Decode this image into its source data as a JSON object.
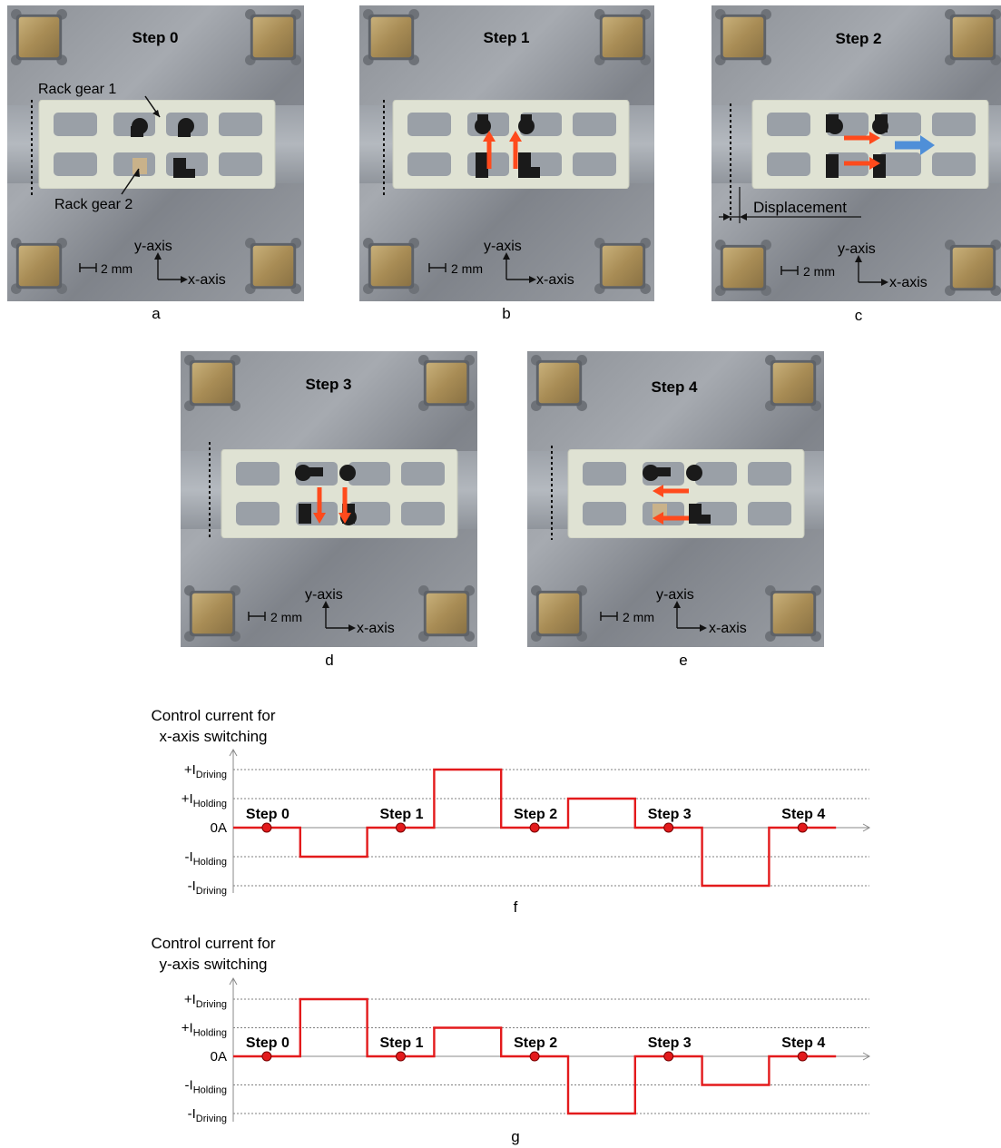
{
  "panels": [
    {
      "id": "a",
      "caption": "a",
      "step_label": "Step 0",
      "annotations": [
        "Rack gear 1",
        "Rack gear 2"
      ],
      "scale_label": "2 mm",
      "y_axis_label": "y-axis",
      "x_axis_label": "x-axis"
    },
    {
      "id": "b",
      "caption": "b",
      "step_label": "Step 1",
      "scale_label": "2 mm",
      "y_axis_label": "y-axis",
      "x_axis_label": "x-axis"
    },
    {
      "id": "c",
      "caption": "c",
      "step_label": "Step 2",
      "annotations": [
        "Displacement"
      ],
      "scale_label": "2 mm",
      "y_axis_label": "y-axis",
      "x_axis_label": "x-axis"
    },
    {
      "id": "d",
      "caption": "d",
      "step_label": "Step 3",
      "scale_label": "2 mm",
      "y_axis_label": "y-axis",
      "x_axis_label": "x-axis"
    },
    {
      "id": "e",
      "caption": "e",
      "step_label": "Step 4",
      "scale_label": "2 mm",
      "y_axis_label": "y-axis",
      "x_axis_label": "x-axis"
    }
  ],
  "colors": {
    "waveform": "#e31a1c",
    "marker": "#e31a1c",
    "arrow": "#ff4a1c",
    "arrow_blue": "#4f8fd8"
  },
  "chart_data": [
    {
      "type": "line",
      "caption": "f",
      "title_lines": [
        "Control current for",
        "x-axis switching"
      ],
      "levels": [
        {
          "key": "+ID",
          "prefix": "+I",
          "sub": "Driving",
          "value": 2
        },
        {
          "key": "+IH",
          "prefix": "+I",
          "sub": "Holding",
          "value": 1
        },
        {
          "key": "0",
          "prefix": "0A",
          "sub": "",
          "value": 0
        },
        {
          "key": "-IH",
          "prefix": "-I",
          "sub": "Holding",
          "value": -1
        },
        {
          "key": "-ID",
          "prefix": "-I",
          "sub": "Driving",
          "value": -2
        }
      ],
      "step_markers": [
        {
          "label": "Step 0",
          "t": 0.5
        },
        {
          "label": "Step 1",
          "t": 2.5
        },
        {
          "label": "Step 2",
          "t": 4.5
        },
        {
          "label": "Step 3",
          "t": 6.5
        },
        {
          "label": "Step 4",
          "t": 8.5
        }
      ],
      "segments": [
        {
          "t0": 0,
          "t1": 1,
          "level": 0
        },
        {
          "t0": 1,
          "t1": 2,
          "level": -1
        },
        {
          "t0": 2,
          "t1": 3,
          "level": 0
        },
        {
          "t0": 3,
          "t1": 4,
          "level": 2
        },
        {
          "t0": 4,
          "t1": 5,
          "level": 0
        },
        {
          "t0": 5,
          "t1": 6,
          "level": 1
        },
        {
          "t0": 6,
          "t1": 7,
          "level": 0
        },
        {
          "t0": 7,
          "t1": 8,
          "level": -2
        },
        {
          "t0": 8,
          "t1": 9,
          "level": 0
        }
      ],
      "grid": true
    },
    {
      "type": "line",
      "caption": "g",
      "title_lines": [
        "Control current for",
        "y-axis switching"
      ],
      "levels": [
        {
          "key": "+ID",
          "prefix": "+I",
          "sub": "Driving",
          "value": 2
        },
        {
          "key": "+IH",
          "prefix": "+I",
          "sub": "Holding",
          "value": 1
        },
        {
          "key": "0",
          "prefix": "0A",
          "sub": "",
          "value": 0
        },
        {
          "key": "-IH",
          "prefix": "-I",
          "sub": "Holding",
          "value": -1
        },
        {
          "key": "-ID",
          "prefix": "-I",
          "sub": "Driving",
          "value": -2
        }
      ],
      "step_markers": [
        {
          "label": "Step 0",
          "t": 0.5
        },
        {
          "label": "Step 1",
          "t": 2.5
        },
        {
          "label": "Step 2",
          "t": 4.5
        },
        {
          "label": "Step 3",
          "t": 6.5
        },
        {
          "label": "Step 4",
          "t": 8.5
        }
      ],
      "segments": [
        {
          "t0": 0,
          "t1": 1,
          "level": 0
        },
        {
          "t0": 1,
          "t1": 2,
          "level": 2
        },
        {
          "t0": 2,
          "t1": 3,
          "level": 0
        },
        {
          "t0": 3,
          "t1": 4,
          "level": 1
        },
        {
          "t0": 4,
          "t1": 5,
          "level": 0
        },
        {
          "t0": 5,
          "t1": 6,
          "level": -2
        },
        {
          "t0": 6,
          "t1": 7,
          "level": 0
        },
        {
          "t0": 7,
          "t1": 8,
          "level": -1
        },
        {
          "t0": 8,
          "t1": 9,
          "level": 0
        }
      ],
      "grid": true
    }
  ]
}
